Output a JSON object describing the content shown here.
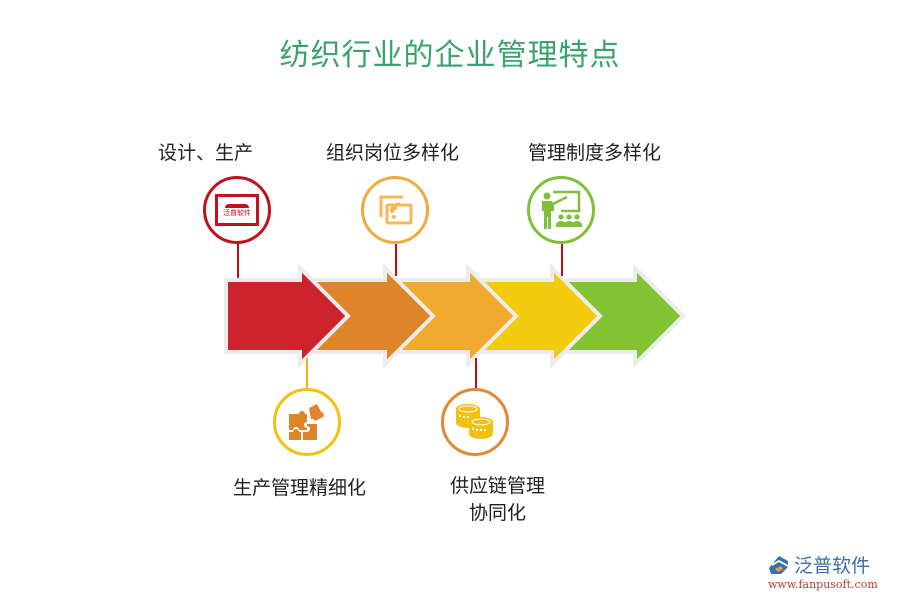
{
  "title": "纺织行业的企业管理特点",
  "colors": {
    "title": "#3aa36b",
    "arrow_1": "#cc232c",
    "arrow_2": "#de852a",
    "arrow_3": "#f0aa2e",
    "arrow_4": "#f2ca0e",
    "arrow_5": "#83c231",
    "stem": "#b5121b"
  },
  "steps": [
    {
      "label": "设计、生产",
      "icon": "brand-logo-icon",
      "icon_text": "泛普软件",
      "circle_color": "#c0111c",
      "position": "top"
    },
    {
      "label": "生产管理精细化",
      "icon": "puzzle-icon",
      "circle_color": "#f2c10f",
      "position": "bottom"
    },
    {
      "label": "组织岗位多样化",
      "icon": "screen-cast-icon",
      "circle_color": "#f0ab3a",
      "position": "top"
    },
    {
      "label_line1": "供应链管理",
      "label_line2": "协同化",
      "icon": "coins-icon",
      "circle_color": "#e08a32",
      "position": "bottom"
    },
    {
      "label": "管理制度多样化",
      "icon": "presentation-teacher-icon",
      "circle_color": "#7fbf3a",
      "position": "top"
    }
  ],
  "logo": {
    "name": "泛普软件",
    "url": "www.fanpusoft.com"
  }
}
